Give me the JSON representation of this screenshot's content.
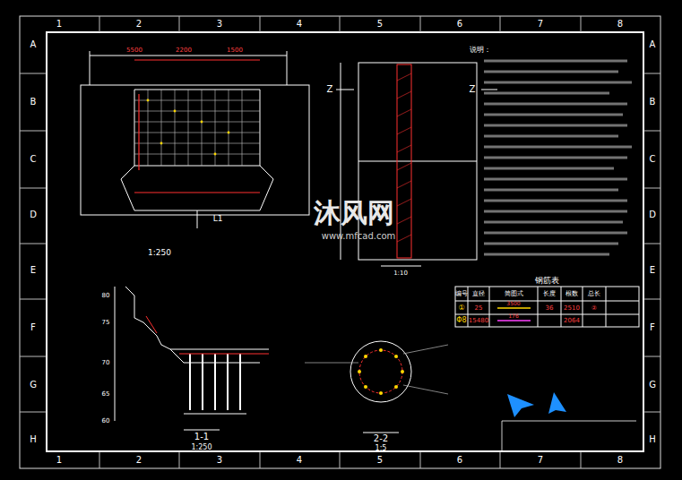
{
  "diagram": {
    "labels": [
      "1",
      "2",
      "3",
      "4",
      "5",
      "6",
      "7",
      "8",
      "1",
      "2",
      "3",
      "4",
      "5",
      "6",
      "7",
      "8",
      "A",
      "B",
      "C",
      "D",
      "E",
      "F",
      "G",
      "H",
      "A",
      "B",
      "C",
      "D",
      "E",
      "F",
      "G",
      "H",
      "沐风网",
      "www.mfcad.com",
      "1:250",
      "L1",
      "5500",
      "2200",
      "1500",
      "Z",
      "Z",
      "1:10",
      "说明：",
      "1-1",
      "1:250",
      "2-2",
      "1:5",
      "80",
      "75",
      "70",
      "65",
      "60",
      "钢筋表",
      "编号",
      "直径",
      "简图式",
      "长度",
      "根数",
      "总长",
      "①",
      "25",
      "3500",
      "36",
      "2510",
      "②",
      "Φ8",
      "15480",
      "176",
      "2064"
    ]
  }
}
